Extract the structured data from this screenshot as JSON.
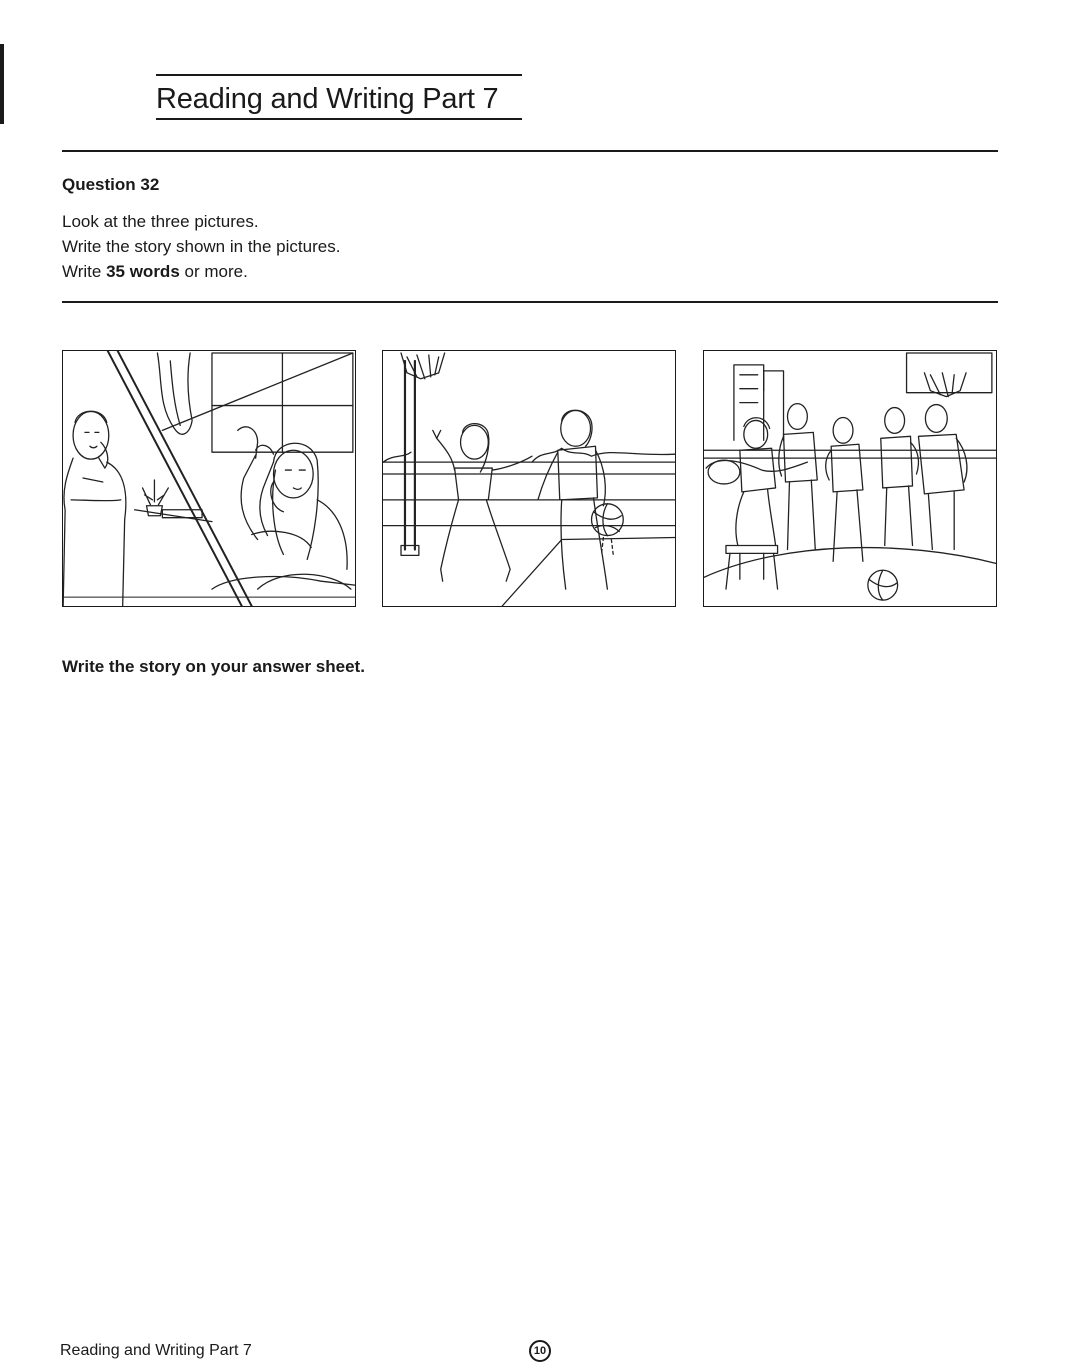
{
  "header": {
    "title": "Reading and Writing Part 7"
  },
  "question": {
    "label": "Question 32",
    "instructions": {
      "line1": "Look at the three pictures.",
      "line2": "Write the story shown in the pictures.",
      "line3_prefix": "Write ",
      "line3_bold": "35 words",
      "line3_suffix": " or more."
    }
  },
  "pictures": [
    {
      "icon": "phone-call-scene-icon"
    },
    {
      "icon": "basketball-scene-icon"
    },
    {
      "icon": "party-guitar-scene-icon"
    }
  ],
  "answer_note": "Write the story on your answer sheet.",
  "footer": {
    "title": "Reading and Writing Part 7",
    "page_number": "10"
  }
}
